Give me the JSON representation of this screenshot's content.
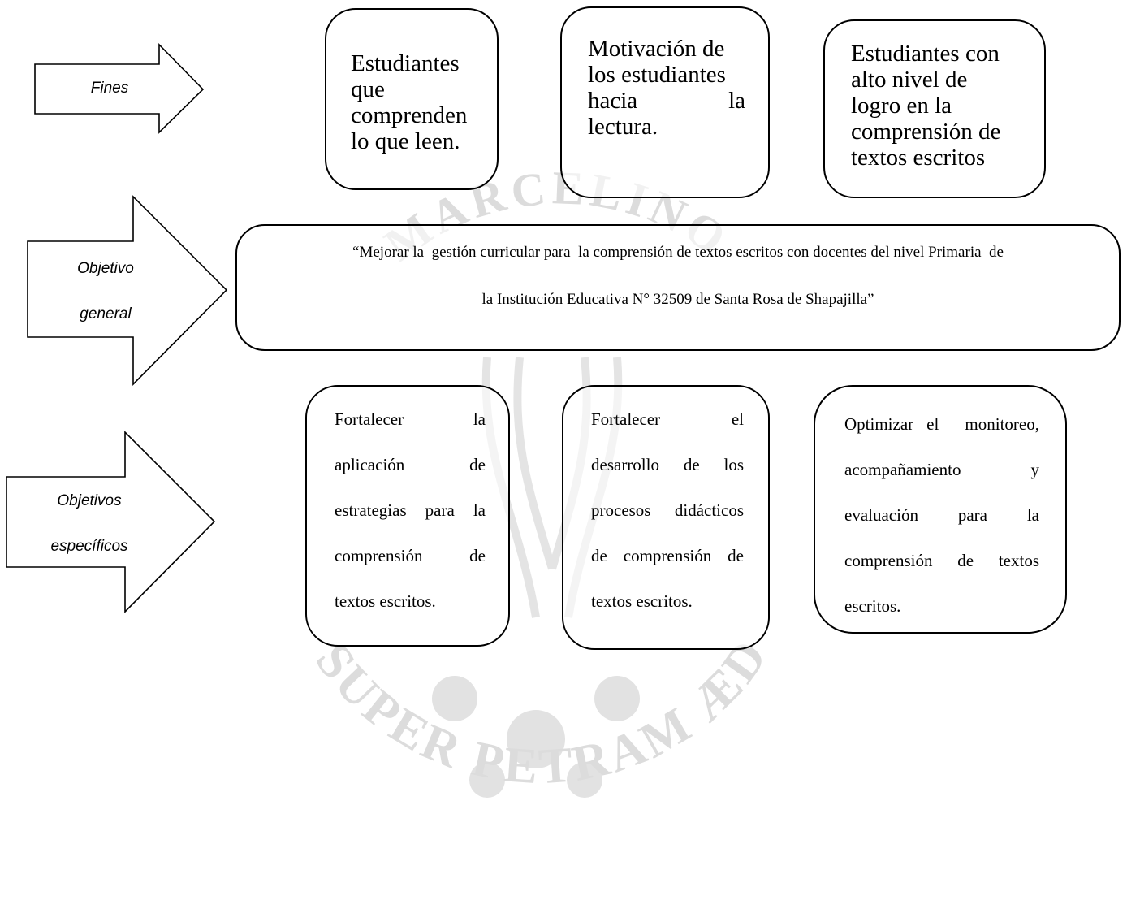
{
  "arrows": {
    "fines": "Fines",
    "objetivo_general": [
      "Objetivo",
      "general"
    ],
    "objetivos_especificos": [
      "Objetivos",
      "específicos"
    ]
  },
  "fines": [
    {
      "lines": [
        "Estudiantes",
        "que",
        "comprenden",
        "lo que leen."
      ]
    },
    {
      "lines": [
        "Motivación de",
        "los estudiantes",
        "hacia la",
        "lectura."
      ]
    },
    {
      "lines": [
        "Estudiantes con",
        "alto nivel de",
        "logro en la",
        "comprensión de",
        "textos escritos"
      ]
    }
  ],
  "objetivo_general": {
    "line1": "“Mejorar la  gestión curricular para  la comprensión de textos escritos con docentes del nivel Primaria  de",
    "line2": "la Institución Educativa N° 32509 de Santa Rosa de Shapajilla”"
  },
  "objetivos_especificos": [
    {
      "lines": [
        "Fortalecer la",
        "aplicación de",
        "estrategias para la",
        "comprensión de",
        "textos escritos."
      ]
    },
    {
      "lines": [
        "Fortalecer el",
        "desarrollo de los",
        "procesos didácticos",
        "de comprensión de",
        "textos escritos."
      ]
    },
    {
      "lines": [
        "Optimizar el  monitoreo,",
        "acompañamiento y",
        "evaluación para la",
        "comprensión de textos",
        "escritos."
      ]
    }
  ],
  "watermark": {
    "text_top": "MARCELINO",
    "text_bottom": "SUPER PETRAM ÆDIFICABO",
    "color": "#d9d9d9"
  }
}
